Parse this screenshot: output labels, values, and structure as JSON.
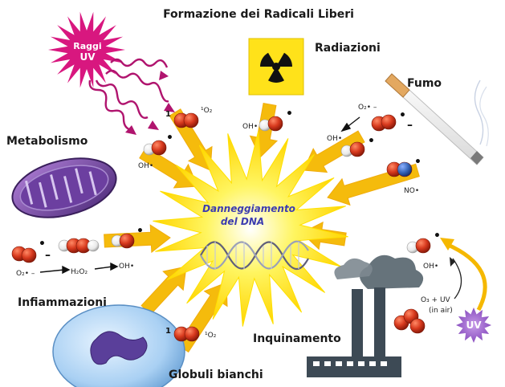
{
  "title": "Formazione dei Radicali Liberi",
  "center": {
    "line1": "Danneggiamento",
    "line2": "del  DNA"
  },
  "sources": {
    "uv": {
      "line1": "Raggi",
      "line2": "UV"
    },
    "radiation": "Radiazioni",
    "smoke": "Fumo",
    "metabolism": "Metabolismo",
    "inflammation": "Infiammazioni",
    "white_cells": "Globuli bianchi",
    "pollution": "Inquinamento"
  },
  "molecules": {
    "one": "1",
    "singlet_o2": "¹O₂",
    "oh": "OH•",
    "superoxide": "O₂• –",
    "no": "NO•",
    "h2o2": "H₂O₂",
    "ozone_uv": "O₃  +  UV",
    "in_air": "(in air)",
    "uv_small": "UV",
    "radical_dot": "•",
    "dash": "–"
  },
  "colors": {
    "arrow": "#f5b800",
    "burst": "#fff23a",
    "uv_star": "#d8177f",
    "uv_rays": "#b0146e",
    "oxygen": "#d83a1e",
    "hydrogen": "#f4f4f4",
    "nitrogen": "#3565b8",
    "center_text": "#3c3cb0"
  }
}
